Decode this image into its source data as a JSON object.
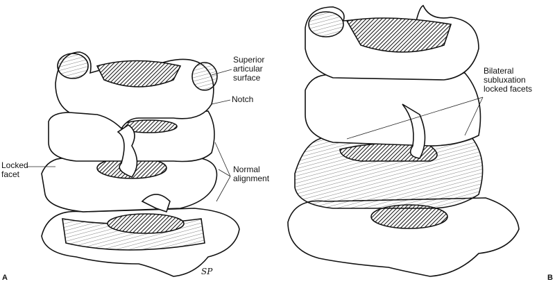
{
  "figure": {
    "panel_a": {
      "letter": "A",
      "labels": {
        "superior_articular_surface": "Superior\narticular\nsurface",
        "notch": "Notch",
        "locked_facet": "Locked\nfacet",
        "normal_alignment": "Normal\nalignment"
      }
    },
    "panel_b": {
      "letter": "B",
      "labels": {
        "bilateral_subluxation": "Bilateral\nsubluxation\nlocked facets"
      }
    },
    "signature": "SP"
  }
}
